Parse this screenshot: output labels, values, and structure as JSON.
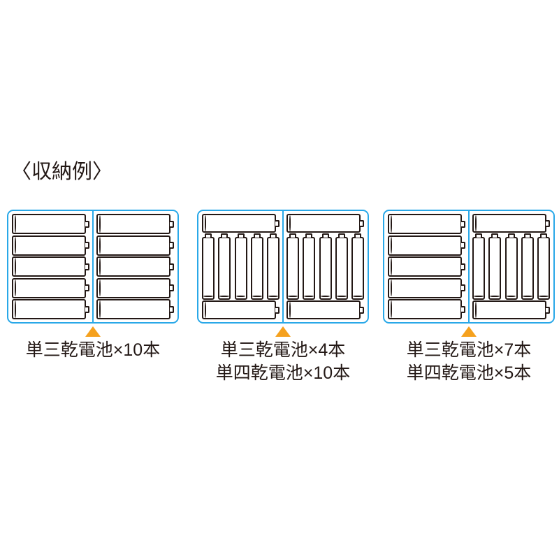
{
  "page": {
    "background_color": "#FFFFFF",
    "heading": "〈収納例〉",
    "ink_color": "#231815",
    "case_border_color": "#29A8E8",
    "pointer_color": "#F5A11E"
  },
  "examples": [
    {
      "id": "example-1",
      "pointer_icon": "triangle-up-icon",
      "caption_lines": [
        "単三乾電池×10本"
      ],
      "case": {
        "halves": [
          {
            "side": "left",
            "layout": "horizontal-stack",
            "horizontal_batteries": 5,
            "vertical_batteries": 0
          },
          {
            "side": "right",
            "layout": "horizontal-stack",
            "horizontal_batteries": 5,
            "vertical_batteries": 0
          }
        ]
      }
    },
    {
      "id": "example-2",
      "pointer_icon": "triangle-up-icon",
      "caption_lines": [
        "単三乾電池×4本",
        "単四乾電池×10本"
      ],
      "case": {
        "halves": [
          {
            "side": "left",
            "layout": "mixed",
            "horizontal_batteries": 2,
            "vertical_batteries": 5
          },
          {
            "side": "right",
            "layout": "mixed",
            "horizontal_batteries": 2,
            "vertical_batteries": 5
          }
        ]
      }
    },
    {
      "id": "example-3",
      "pointer_icon": "triangle-up-icon",
      "caption_lines": [
        "単三乾電池×7本",
        "単四乾電池×5本"
      ],
      "case": {
        "halves": [
          {
            "side": "left",
            "layout": "horizontal-stack",
            "horizontal_batteries": 5,
            "vertical_batteries": 0
          },
          {
            "side": "right",
            "layout": "mixed",
            "horizontal_batteries": 2,
            "vertical_batteries": 5
          }
        ]
      }
    }
  ]
}
